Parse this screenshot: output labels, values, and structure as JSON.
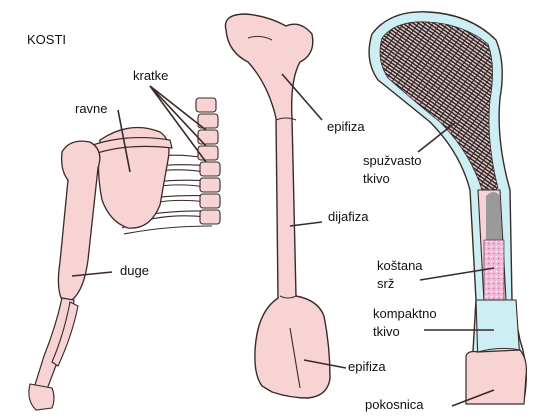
{
  "title": "KOSTI",
  "labels": {
    "kratke": "kratke",
    "ravne": "ravne",
    "duge": "duge",
    "epifiza_top": "epifiza",
    "dijafiza": "dijafiza",
    "epifiza_bottom": "epifiza",
    "spuzvasto_1": "spužvasto",
    "spuzvasto_2": "tkivo",
    "kostana_1": "koštana",
    "kostana_2": "srž",
    "kompaktno_1": "kompaktno",
    "kompaktno_2": "tkivo",
    "pokosnica": "pokosnica"
  },
  "colors": {
    "bone": "#f7d3d3",
    "outline": "#3a2a2a",
    "periosteum": "#cdeff3",
    "marrow": "#f1b8d6",
    "cavity": "#9a9a9a",
    "spongy": "#1a1a1a"
  }
}
